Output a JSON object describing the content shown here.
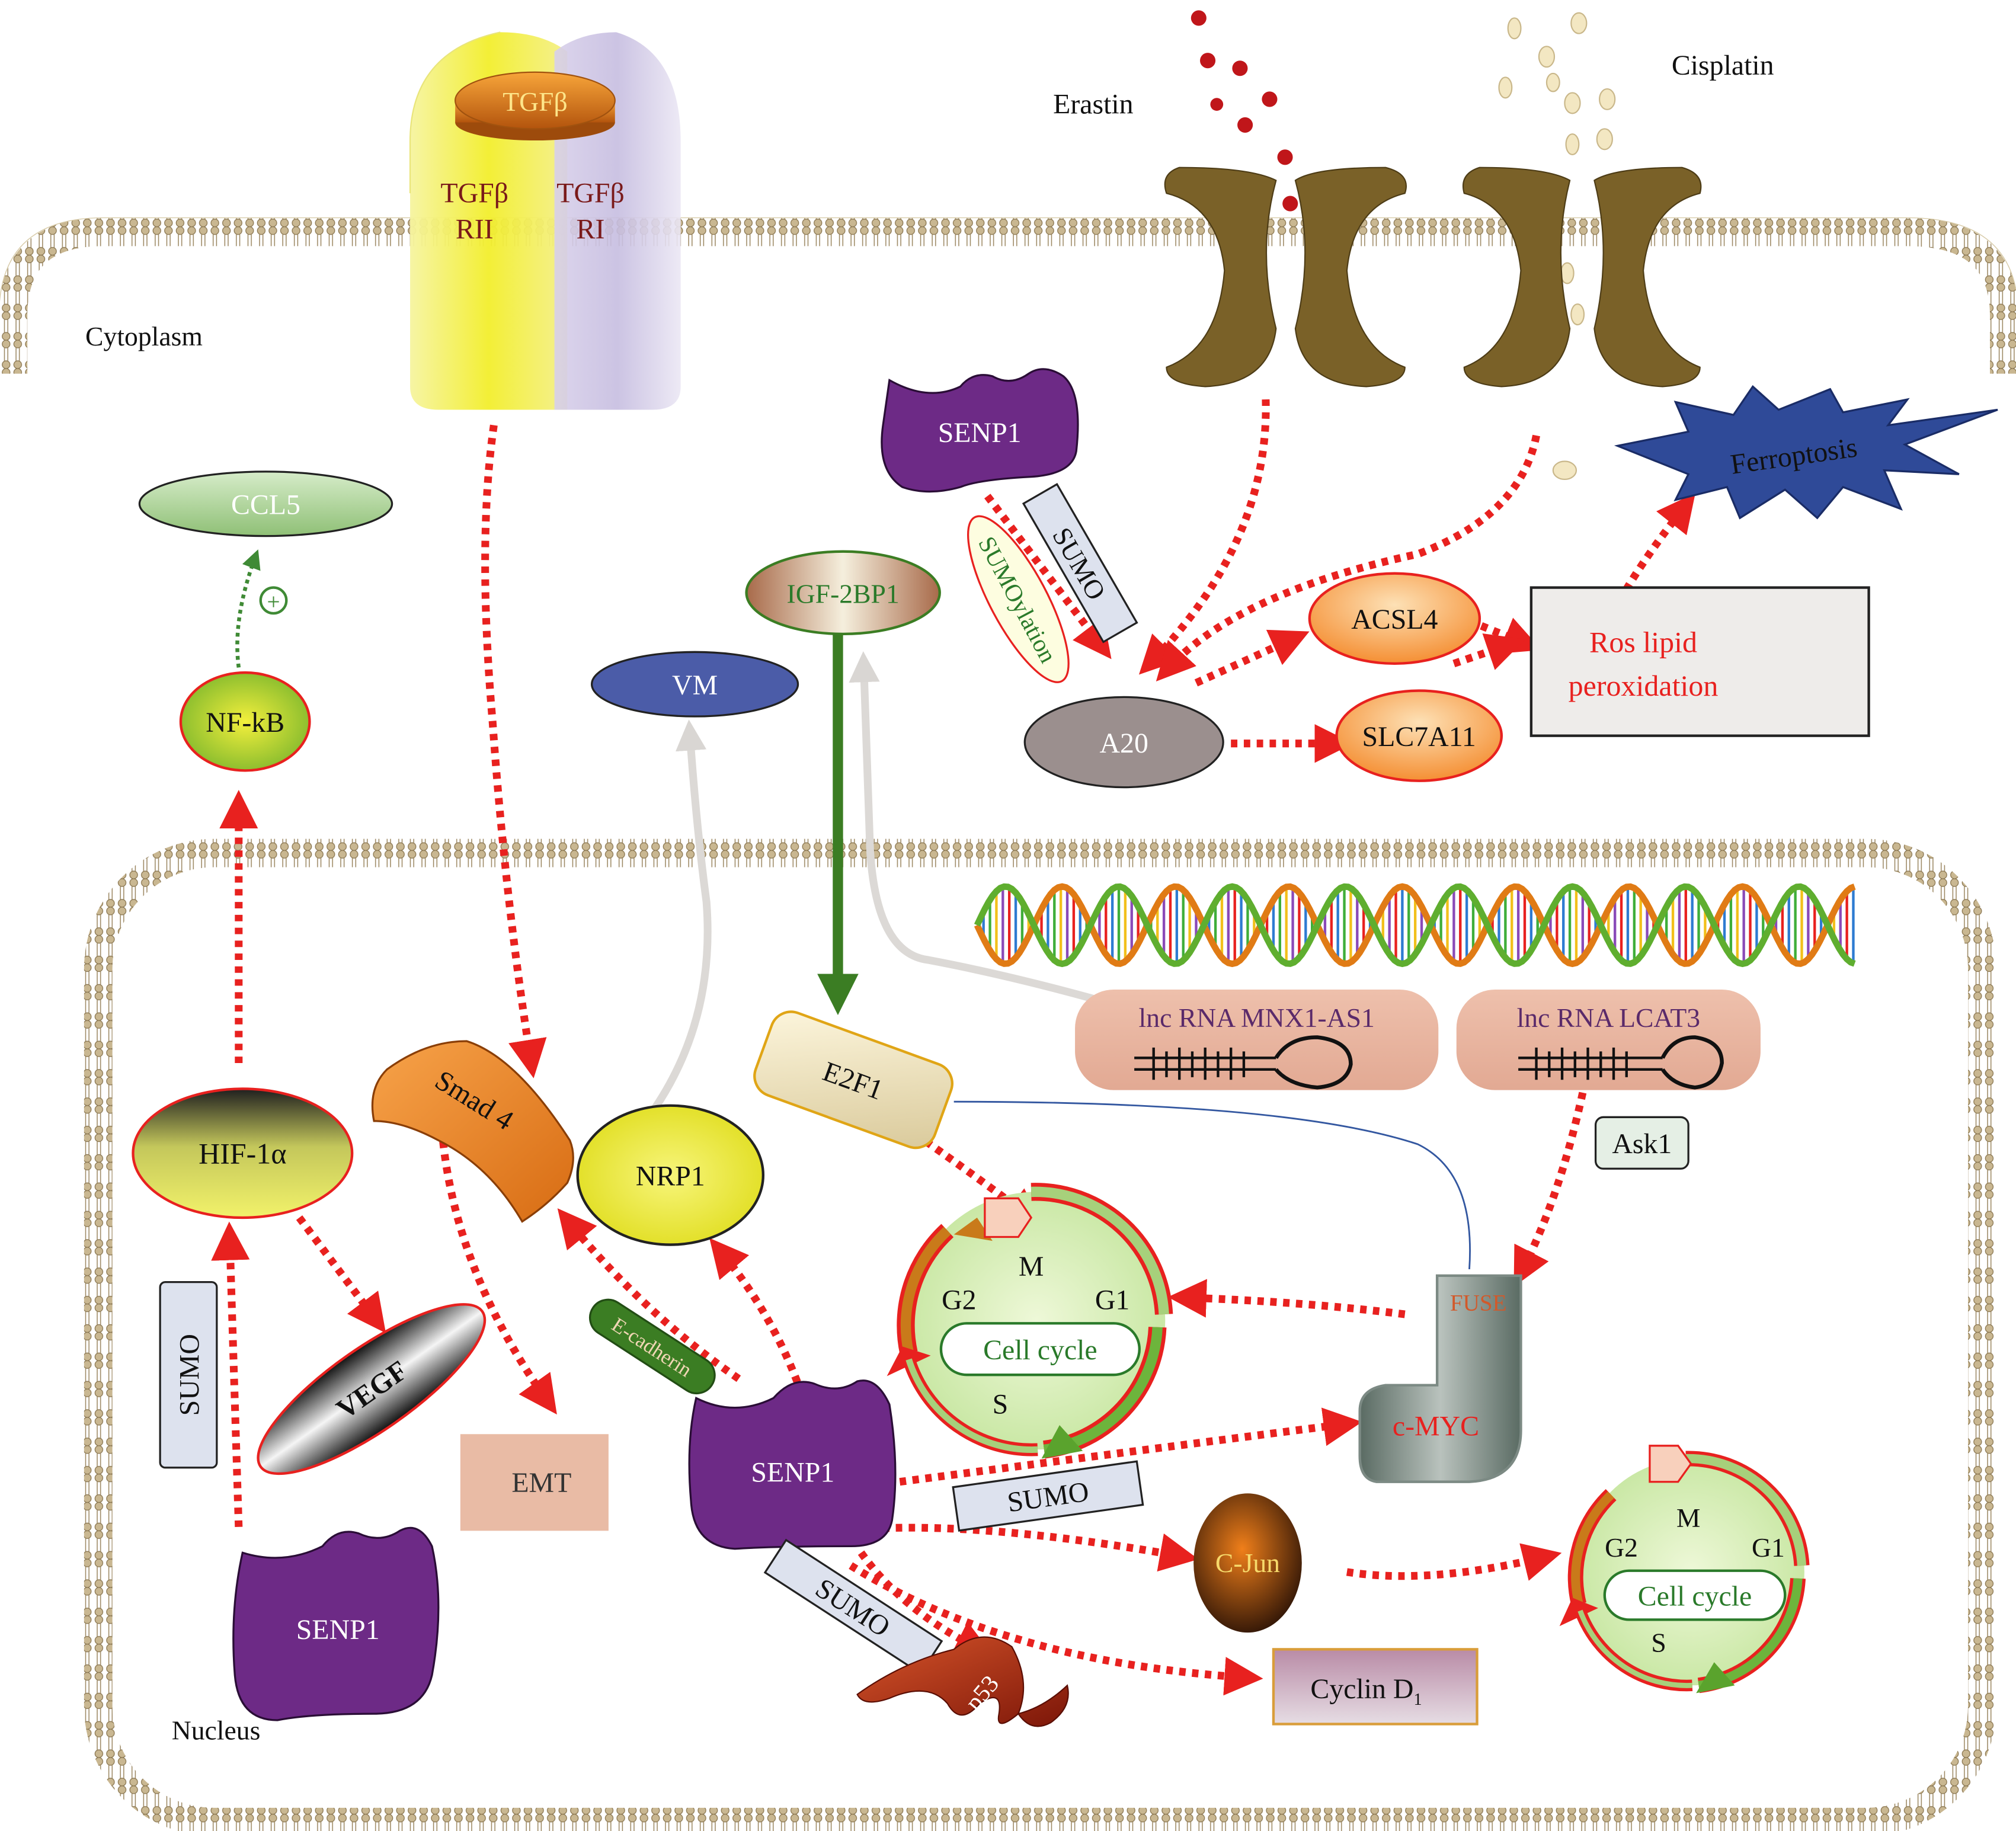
{
  "labels": {
    "cytoplasm": "Cytoplasm",
    "nucleus": "Nucleus",
    "erastin": "Erastin",
    "cisplatin": "Cisplatin",
    "tgfb": "TGFβ",
    "tgfb_rii_1": "TGFβ",
    "tgfb_rii_2": "RII",
    "tgfb_ri_1": "TGFβ",
    "tgfb_ri_2": "RI",
    "ccl5": "CCL5",
    "plus": "+",
    "nfkb": "NF-kB",
    "senp1_top": "SENP1",
    "sumo_top": "SUMO",
    "sumoylation": "SUMOylation",
    "a20": "A20",
    "acsl4": "ACSL4",
    "slc7a11": "SLC7A11",
    "ros_1": "Ros lipid",
    "ros_2": "peroxidation",
    "ferroptosis": "Ferroptosis",
    "igf2bp1": "IGF-2BP1",
    "vm": "VM",
    "lnc1": "lnc RNA MNX1-AS1",
    "lnc2": "lnc RNA LCAT3",
    "ask1": "Ask1",
    "e2f1": "E2F1",
    "smad4": "Smad 4",
    "nrp1": "NRP1",
    "hif1a": "HIF-1α",
    "vegf": "VEGF",
    "sumo_left": "SUMO",
    "senp1_left": "SENP1",
    "emt": "EMT",
    "ecadherin": "E-cadherin",
    "senp1_center": "SENP1",
    "sumo_center": "SUMO",
    "sumo_p53": "SUMO",
    "p53": "p53",
    "cjun": "C-Jun",
    "cyclin": "Cyclin D",
    "cyclin_sub": "1",
    "fuse": "FUSE",
    "cmyc": "c-MYC",
    "cc1_m": "M",
    "cc1_g2": "G2",
    "cc1_g1": "G1",
    "cc1_s": "S",
    "cc1_label": "Cell cycle",
    "cc2_m": "M",
    "cc2_g2": "G2",
    "cc2_g1": "G1",
    "cc2_s": "S",
    "cc2_label": "Cell cycle"
  },
  "colors": {
    "arrow_red": "#e8211f",
    "senp1_purple": "#6d2a86",
    "channel_brown": "#7a6128",
    "green_arrow": "#3b7d23",
    "membrane": "#b5a27a"
  }
}
